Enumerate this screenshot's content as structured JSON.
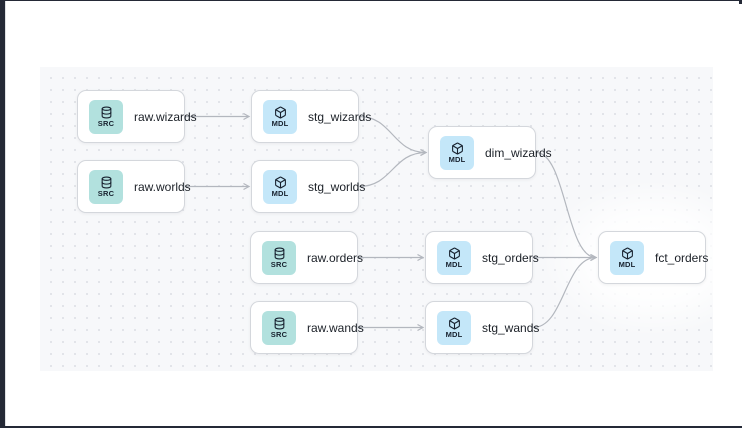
{
  "app": {
    "view": "lineage-graph"
  },
  "colors": {
    "frame_dark": "#242936",
    "canvas_bg": "#f7f8fa",
    "canvas_dot": "#e2e4e9",
    "node_bg": "#ffffff",
    "node_border": "#d4d7dc",
    "label_text": "#1b2027",
    "edge": "#b3b7be",
    "src_badge_bg": "#b2e1de",
    "mdl_badge_bg": "#c4e7f9",
    "badge_text": "#17212e"
  },
  "graph": {
    "badge_labels": {
      "SRC": "SRC",
      "MDL": "MDL"
    },
    "nodes": [
      {
        "id": "raw.wizards",
        "label": "raw.wizards",
        "type": "SRC",
        "highlighted": false
      },
      {
        "id": "stg_wizards",
        "label": "stg_wizards",
        "type": "MDL",
        "highlighted": false
      },
      {
        "id": "raw.worlds",
        "label": "raw.worlds",
        "type": "SRC",
        "highlighted": false
      },
      {
        "id": "stg_worlds",
        "label": "stg_worlds",
        "type": "MDL",
        "highlighted": false
      },
      {
        "id": "dim_wizards",
        "label": "dim_wizards",
        "type": "MDL",
        "highlighted": false
      },
      {
        "id": "raw.orders",
        "label": "raw.orders",
        "type": "SRC",
        "highlighted": false
      },
      {
        "id": "stg_orders",
        "label": "stg_orders",
        "type": "MDL",
        "highlighted": false
      },
      {
        "id": "raw.wands",
        "label": "raw.wands",
        "type": "SRC",
        "highlighted": false
      },
      {
        "id": "stg_wands",
        "label": "stg_wands",
        "type": "MDL",
        "highlighted": false
      },
      {
        "id": "fct_orders",
        "label": "fct_orders",
        "type": "MDL",
        "highlighted": true
      }
    ],
    "edges": [
      {
        "from": "raw.wizards",
        "to": "stg_wizards"
      },
      {
        "from": "raw.worlds",
        "to": "stg_worlds"
      },
      {
        "from": "stg_wizards",
        "to": "dim_wizards"
      },
      {
        "from": "stg_worlds",
        "to": "dim_wizards"
      },
      {
        "from": "raw.orders",
        "to": "stg_orders"
      },
      {
        "from": "raw.wands",
        "to": "stg_wands"
      },
      {
        "from": "stg_orders",
        "to": "fct_orders"
      },
      {
        "from": "stg_wands",
        "to": "fct_orders"
      },
      {
        "from": "dim_wizards",
        "to": "fct_orders"
      }
    ]
  }
}
